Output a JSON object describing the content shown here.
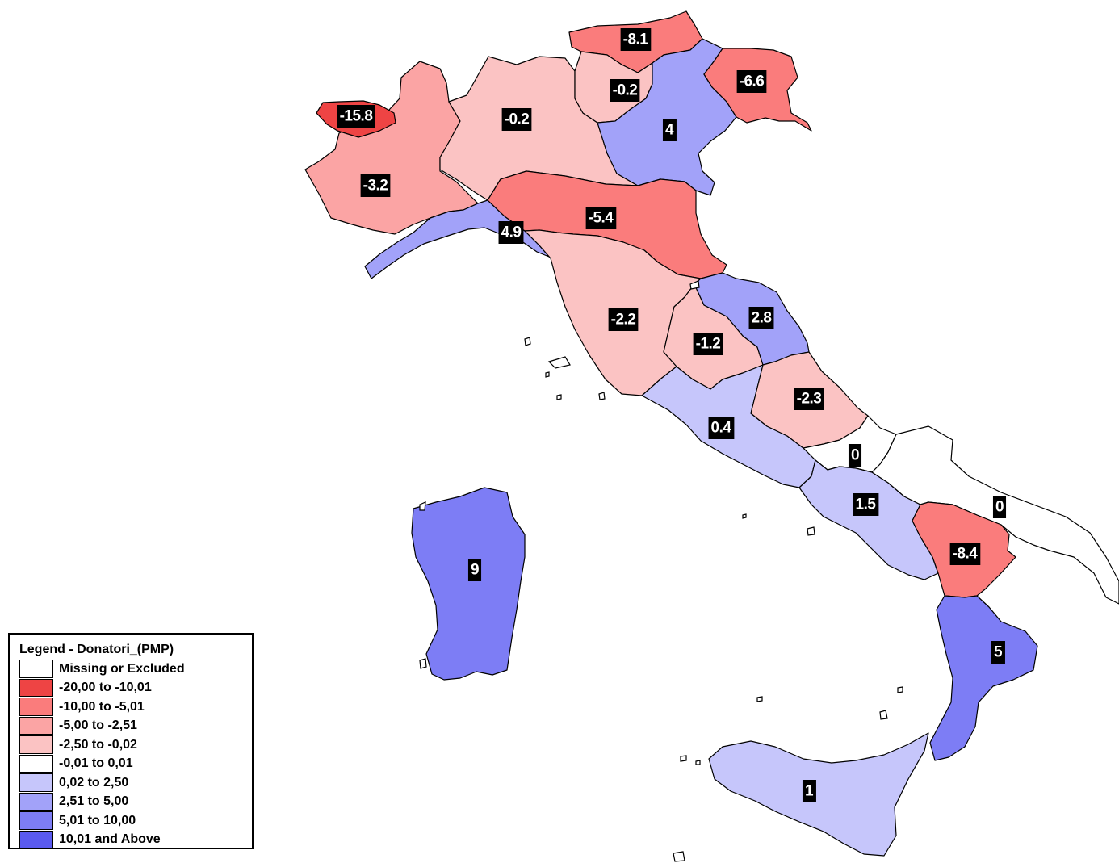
{
  "legend": {
    "title": "Legend - Donatori_(PMP)",
    "classes": [
      {
        "label": "Missing or Excluded",
        "color": "#ffffff"
      },
      {
        "label": "-20,00 to -10,01",
        "color": "#ee4444"
      },
      {
        "label": "-10,00 to -5,01",
        "color": "#fa7c7c"
      },
      {
        "label": "-5,00 to -2,51",
        "color": "#fba4a4"
      },
      {
        "label": "-2,50 to -0,02",
        "color": "#fbc3c3"
      },
      {
        "label": "-0,01 to 0,01",
        "color": "#ffffff"
      },
      {
        "label": "0,02 to 2,50",
        "color": "#c6c6fb"
      },
      {
        "label": "2,51 to 5,00",
        "color": "#a2a2f9"
      },
      {
        "label": "5,01 to 10,00",
        "color": "#7d7df5"
      },
      {
        "label": "10,01 and Above",
        "color": "#5a5af0"
      }
    ]
  },
  "regions": [
    {
      "name": "valle-daosta",
      "value": "-15.8",
      "color": "#ee4444"
    },
    {
      "name": "piemonte",
      "value": "-3.2",
      "color": "#fba4a4"
    },
    {
      "name": "lombardia",
      "value": "-0.2",
      "color": "#fbc3c3"
    },
    {
      "name": "trentino-alto-adige-north",
      "value": "-8.1",
      "color": "#fa7c7c"
    },
    {
      "name": "trentino-alto-adige-south",
      "value": "-0.2",
      "color": "#fbc3c3"
    },
    {
      "name": "veneto",
      "value": "4",
      "color": "#a2a2f9"
    },
    {
      "name": "friuli-venezia-giulia",
      "value": "-6.6",
      "color": "#fa7c7c"
    },
    {
      "name": "liguria",
      "value": "4.9",
      "color": "#a2a2f9"
    },
    {
      "name": "emilia-romagna",
      "value": "-5.4",
      "color": "#fa7c7c"
    },
    {
      "name": "toscana",
      "value": "-2.2",
      "color": "#fbc3c3"
    },
    {
      "name": "umbria",
      "value": "-1.2",
      "color": "#fbc3c3"
    },
    {
      "name": "marche",
      "value": "2.8",
      "color": "#a2a2f9"
    },
    {
      "name": "lazio",
      "value": "0.4",
      "color": "#c6c6fb"
    },
    {
      "name": "abruzzo",
      "value": "-2.3",
      "color": "#fbc3c3"
    },
    {
      "name": "molise",
      "value": "0",
      "color": "#ffffff"
    },
    {
      "name": "campania",
      "value": "1.5",
      "color": "#c6c6fb"
    },
    {
      "name": "puglia",
      "value": "0",
      "color": "#ffffff"
    },
    {
      "name": "basilicata",
      "value": "-8.4",
      "color": "#fa7c7c"
    },
    {
      "name": "calabria",
      "value": "5",
      "color": "#7d7df5"
    },
    {
      "name": "sicilia",
      "value": "1",
      "color": "#c6c6fb"
    },
    {
      "name": "sardegna",
      "value": "9",
      "color": "#7d7df5"
    }
  ]
}
